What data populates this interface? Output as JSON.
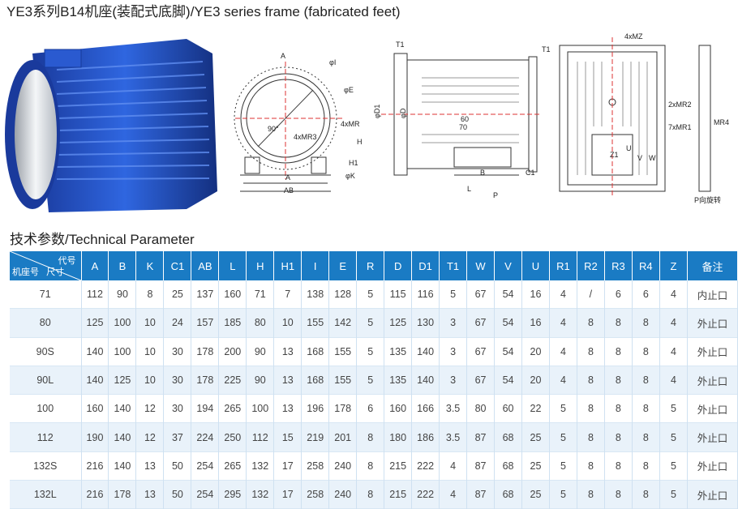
{
  "title": "YE3系列B14机座(装配式底脚)/YE3 series frame (fabricated feet)",
  "section_title": "技术参数/Technical Parameter",
  "drawing_labels": {
    "front": [
      "A",
      "φI",
      "φE",
      "4xMR",
      "4xMR3",
      "90°",
      "H",
      "H1",
      "φK",
      "A",
      "AB"
    ],
    "side": [
      "T1",
      "φD1",
      "φD",
      "60",
      "70",
      "B",
      "C1",
      "L",
      "P"
    ],
    "top": [
      "T1",
      "4xMZ",
      "2xMR2",
      "7xMR1",
      "MR4",
      "V",
      "W",
      "U",
      "Z1",
      "P向旋转"
    ]
  },
  "table": {
    "corner_top": "代号",
    "corner_bottom": "机座号",
    "corner_mid": "尺寸",
    "headers": [
      "A",
      "B",
      "K",
      "C1",
      "AB",
      "L",
      "H",
      "H1",
      "I",
      "E",
      "R",
      "D",
      "D1",
      "T1",
      "W",
      "V",
      "U",
      "R1",
      "R2",
      "R3",
      "R4",
      "Z",
      "备注"
    ],
    "rows": [
      [
        "71",
        "112",
        "90",
        "8",
        "25",
        "137",
        "160",
        "71",
        "7",
        "138",
        "128",
        "5",
        "115",
        "116",
        "5",
        "67",
        "54",
        "16",
        "4",
        "/",
        "6",
        "6",
        "4",
        "内止口"
      ],
      [
        "80",
        "125",
        "100",
        "10",
        "24",
        "157",
        "185",
        "80",
        "10",
        "155",
        "142",
        "5",
        "125",
        "130",
        "3",
        "67",
        "54",
        "16",
        "4",
        "8",
        "8",
        "8",
        "4",
        "外止口"
      ],
      [
        "90S",
        "140",
        "100",
        "10",
        "30",
        "178",
        "200",
        "90",
        "13",
        "168",
        "155",
        "5",
        "135",
        "140",
        "3",
        "67",
        "54",
        "20",
        "4",
        "8",
        "8",
        "8",
        "4",
        "外止口"
      ],
      [
        "90L",
        "140",
        "125",
        "10",
        "30",
        "178",
        "225",
        "90",
        "13",
        "168",
        "155",
        "5",
        "135",
        "140",
        "3",
        "67",
        "54",
        "20",
        "4",
        "8",
        "8",
        "8",
        "4",
        "外止口"
      ],
      [
        "100",
        "160",
        "140",
        "12",
        "30",
        "194",
        "265",
        "100",
        "13",
        "196",
        "178",
        "6",
        "160",
        "166",
        "3.5",
        "80",
        "60",
        "22",
        "5",
        "8",
        "8",
        "8",
        "5",
        "外止口"
      ],
      [
        "112",
        "190",
        "140",
        "12",
        "37",
        "224",
        "250",
        "112",
        "15",
        "219",
        "201",
        "8",
        "180",
        "186",
        "3.5",
        "87",
        "68",
        "25",
        "5",
        "8",
        "8",
        "8",
        "5",
        "外止口"
      ],
      [
        "132S",
        "216",
        "140",
        "13",
        "50",
        "254",
        "265",
        "132",
        "17",
        "258",
        "240",
        "8",
        "215",
        "222",
        "4",
        "87",
        "68",
        "25",
        "5",
        "8",
        "8",
        "8",
        "5",
        "外止口"
      ],
      [
        "132L",
        "216",
        "178",
        "13",
        "50",
        "254",
        "295",
        "132",
        "17",
        "258",
        "240",
        "8",
        "215",
        "222",
        "4",
        "87",
        "68",
        "25",
        "5",
        "8",
        "8",
        "8",
        "5",
        "外止口"
      ]
    ]
  },
  "colors": {
    "header_bg": "#1a7bc4",
    "row_alt": "#e9f2fa",
    "motor_blue": "#1f4fc0"
  }
}
